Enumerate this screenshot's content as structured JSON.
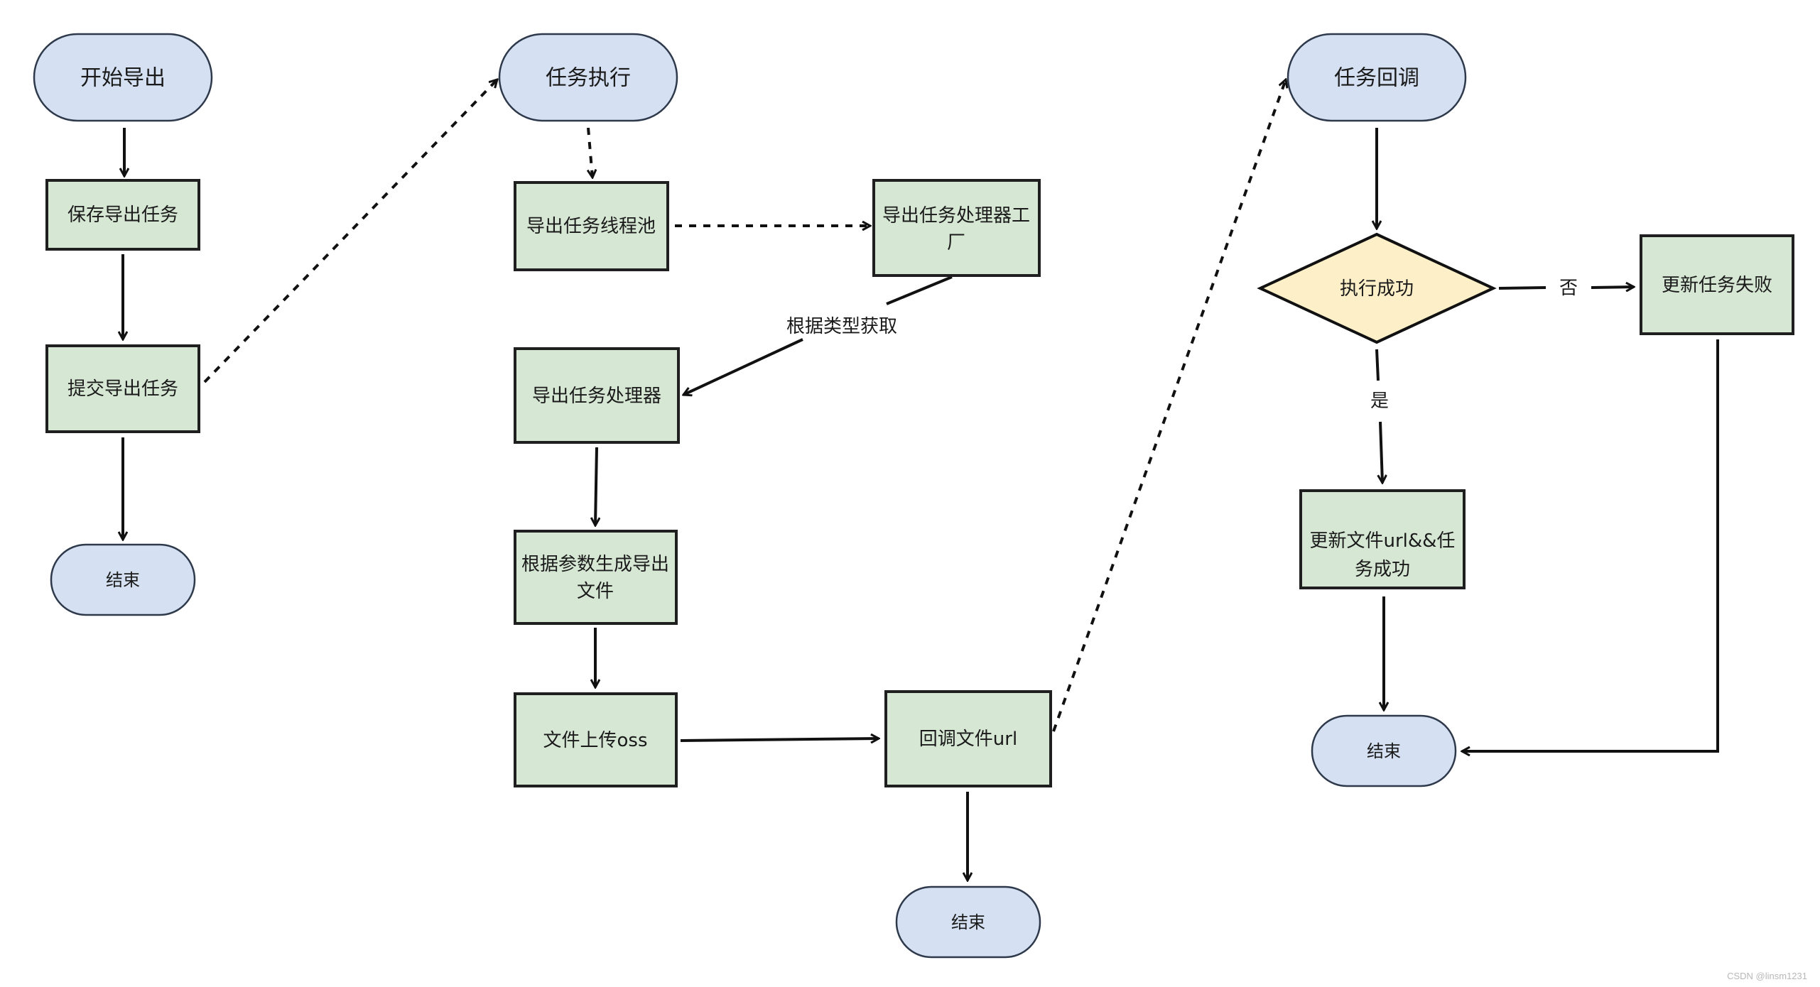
{
  "colors": {
    "terminal_fill": "#d5e1f2",
    "terminal_stroke": "#2e3a4b",
    "process_fill": "#d6e7d4",
    "process_stroke": "#1f1f1f",
    "decision_fill": "#fdf0c8",
    "line": "#111111",
    "text": "#1a1a1a"
  },
  "nodes": {
    "start_export": "开始导出",
    "save_task": "保存导出任务",
    "submit_task": "提交导出任务",
    "end_1": "结束",
    "task_exec": "任务执行",
    "thread_pool": "导出任务线程池",
    "handler_factory": [
      "导出任务处理器工",
      "厂"
    ],
    "handler": "导出任务处理器",
    "gen_file": [
      "根据参数生成导出",
      "文件"
    ],
    "upload_oss": "文件上传oss",
    "callback_url": "回调文件url",
    "end_2": "结束",
    "task_callback": "任务回调",
    "exec_success": "执行成功",
    "update_fail": "更新任务失败",
    "update_success": [
      "更新文件url&&任",
      "务成功"
    ],
    "end_3": "结束"
  },
  "edge_labels": {
    "by_type": "根据类型获取",
    "no": "否",
    "yes": "是"
  },
  "watermark": "CSDN @linsm1231"
}
